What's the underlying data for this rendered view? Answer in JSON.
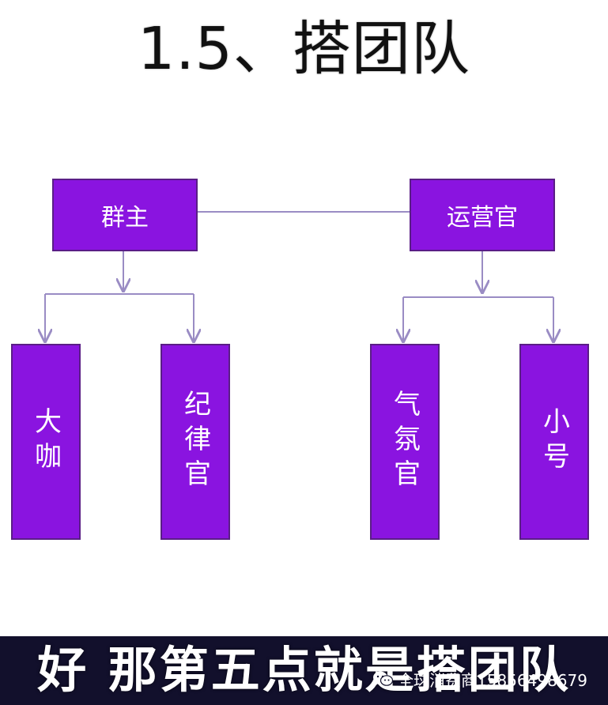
{
  "title": "1.5、搭团队",
  "colors": {
    "box_fill": "#8a14e0",
    "box_border": "#5a1e86",
    "connector": "#9a8cc4",
    "caption_bg": "#12102c"
  },
  "diagram": {
    "nodes": {
      "group_owner": "群主",
      "operations_officer": "运营官",
      "big_shot": "大咖",
      "discipline_officer": "纪律官",
      "atmosphere_officer": "气氛官",
      "alt_account": "小号"
    },
    "edges": [
      [
        "group_owner",
        "operations_officer"
      ],
      [
        "group_owner",
        "big_shot"
      ],
      [
        "group_owner",
        "discipline_officer"
      ],
      [
        "operations_officer",
        "atmosphere_officer"
      ],
      [
        "operations_officer",
        "alt_account"
      ]
    ]
  },
  "caption": "好 那第五点就是搭团队",
  "watermark": {
    "icon": "wechat-icon",
    "text": "全球消费商15856498679"
  }
}
